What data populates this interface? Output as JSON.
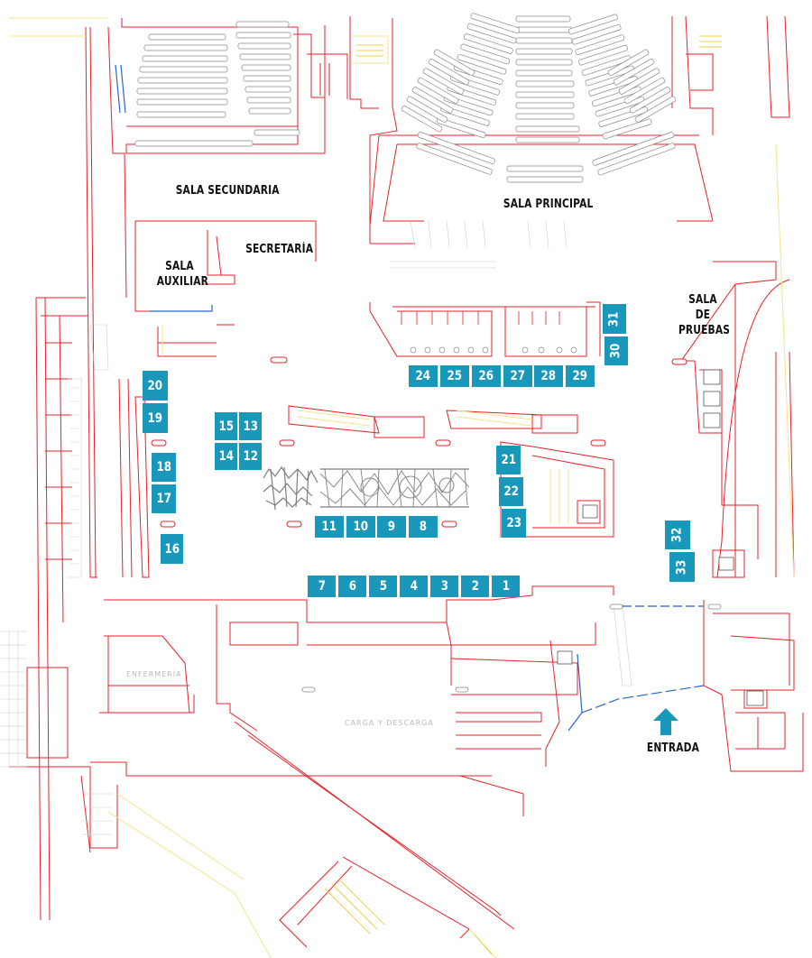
{
  "map": {
    "colors": {
      "walls": "#e8212a",
      "stand": "#1a98bc",
      "stand_text": "#ffffff",
      "seating": "#888888",
      "highlight": "#f0d24a",
      "blue_line": "#2666c8",
      "guide_lines": "#f4e48a"
    },
    "rooms": {
      "sala_secundaria": "SALA SECUNDARIA",
      "sala_principal": "SALA PRINCIPAL",
      "secretaria": "SECRETARÍA",
      "sala_auxiliar_1": "SALA",
      "sala_auxiliar_2": "AUXILIAR",
      "sala_pruebas_1": "SALA",
      "sala_pruebas_2": "DE",
      "sala_pruebas_3": "PRUEBAS",
      "entrada": "ENTRADA",
      "enfermeria": "ENFERMERÍA",
      "carga": "CARGA Y DESCARGA"
    },
    "stands": [
      "1",
      "2",
      "3",
      "4",
      "5",
      "6",
      "7",
      "8",
      "9",
      "10",
      "11",
      "12",
      "13",
      "14",
      "15",
      "16",
      "17",
      "18",
      "19",
      "20",
      "21",
      "22",
      "23",
      "24",
      "25",
      "26",
      "27",
      "28",
      "29",
      "30",
      "31",
      "32",
      "33"
    ]
  }
}
